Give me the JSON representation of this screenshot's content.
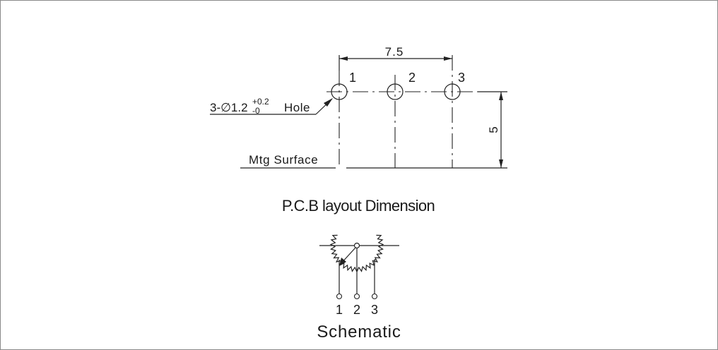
{
  "pcb": {
    "spacing": "7.5",
    "height": "5",
    "pin1": "1",
    "pin2": "2",
    "pin3": "3",
    "hole_prefix": "3-∅1.2",
    "hole_tol_plus": "+0.2",
    "hole_tol_minus": "-0",
    "hole_word": "Hole",
    "mtg_surface": "Mtg Surface",
    "title": "P.C.B layout Dimension"
  },
  "schematic": {
    "pin1": "1",
    "pin2": "2",
    "pin3": "3",
    "title": "Schematic"
  },
  "colors": {
    "ink": "#222222",
    "frame": "#8a8a8a"
  }
}
